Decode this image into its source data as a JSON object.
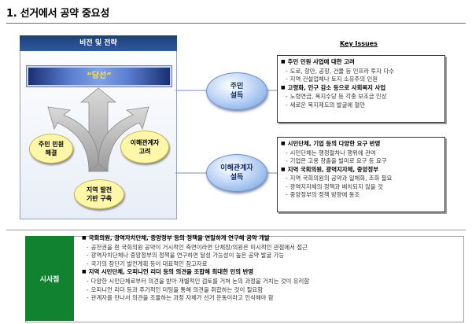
{
  "title": "1. 선거에서 공약 중요성",
  "panel": {
    "header": "비전 및 전략",
    "banner": "“당선”",
    "ovals": {
      "left": [
        "주민 민원",
        "해결"
      ],
      "center": [
        "지역 발전",
        "기반 구축"
      ],
      "right": [
        "이해관계자",
        "고려"
      ]
    }
  },
  "key_issues_title": "Key Issues",
  "groups": [
    {
      "label_lines": [
        "주민",
        "설득"
      ],
      "items": [
        {
          "type": "head",
          "text": "주민 민원 사업에 대한 고려"
        },
        {
          "type": "sub",
          "text": "도로, 항만, 공항, 건물 등 인프라 투자 다수"
        },
        {
          "type": "sub",
          "text": "지역 건설업체나 토지 소유주의 민원"
        },
        {
          "type": "head",
          "text": "고령화, 인구 감소 등으로 사회복지 사업"
        },
        {
          "type": "sub",
          "text": "노령연금, 복지수당 등 각종 보조금 인상"
        },
        {
          "type": "sub",
          "text": "새로운 복지제도의 발굴에 혈안"
        }
      ]
    },
    {
      "label_lines": [
        "이해관계자",
        "설득"
      ],
      "items": [
        {
          "type": "head",
          "text": "시민단체, 기업 등의 다양한 요구 반영"
        },
        {
          "type": "sub",
          "text": "시민단체는 행정절차나 행위에 관여"
        },
        {
          "type": "sub",
          "text": "기업은 고용 창출을 빌미로 요구 등 요구"
        },
        {
          "type": "head",
          "text": "지역 국회의원, 광역지자체, 중앙정부"
        },
        {
          "type": "sub",
          "text": "지역 국회의원의 공약과 일체화, 조화 필요"
        },
        {
          "type": "sub",
          "text": "광역지자체의 정책과 배치되지 않을 것"
        },
        {
          "type": "sub",
          "text": "중앙정부의 정책 방향에 동조"
        }
      ]
    }
  ],
  "implications": {
    "label": "시사점",
    "items": [
      {
        "type": "head",
        "text": "국회의원, 광역자치단체, 중앙정부 등의 정책을 면밀하게 연구해 공약 개발"
      },
      {
        "type": "sub",
        "text": "공천권을 쥔 국회의원 공약이 거시적인 측면이라면 단체장/의원은 미시적인 관점에서 접근"
      },
      {
        "type": "sub",
        "text": "광역자치단체나 중앙정부의 정책을 연구하면 달성 가능성이 높은 공약 발굴 가능"
      },
      {
        "type": "sub",
        "text": "국가의 장단기 발전계획 등이 대표적인 참고자료"
      },
      {
        "type": "head",
        "text": "지역 시민단체, 오피니언 리더 등의 의견을 조합해 최대한 민의 반영"
      },
      {
        "type": "sub",
        "text": "다양한 시민단체로부터 의견을 받아 개별적인 검토를 거쳐 논의 과정을 거치는 것이 유리함"
      },
      {
        "type": "sub",
        "text": "오피니언 리더 등과 주기적인 미팅을 통해 의견을 취합하는 것이 필요함"
      },
      {
        "type": "sub",
        "text": "관계자를 만나서 의견을 조율하는 과정 자체가 선거 운동이라고 인식해야 함"
      }
    ]
  }
}
